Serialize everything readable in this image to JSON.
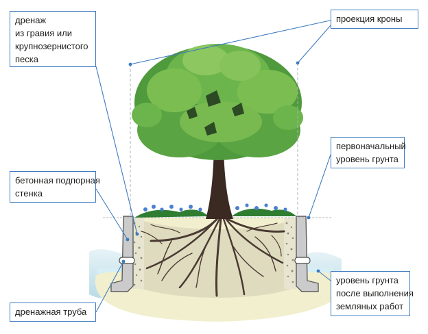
{
  "labels": {
    "drainage": [
      "дренаж",
      "из гравия или",
      "крупнозернистого",
      "песка"
    ],
    "crown_projection": [
      "проекция кроны"
    ],
    "original_ground": [
      "первоначальный",
      "уровень грунта"
    ],
    "retaining_wall": [
      "бетонная подпорная",
      "стенка"
    ],
    "drain_pipe": [
      "дренажная труба"
    ],
    "ground_after": [
      "уровень грунта",
      "после выполнения",
      "земляных работ"
    ]
  },
  "colors": {
    "callout_line": "#3d7bbf",
    "box_border": "#3d7bbf",
    "text": "#1d1d1b",
    "soil": "#f1eecb",
    "concrete": "#c9c9c9",
    "foliage": "#4f9a3c",
    "foliage_light": "#7cbd52",
    "trunk": "#3a2a22",
    "grass": "#2f7d31",
    "flowers": "#4a7fd0",
    "water": "#cfe7ef"
  }
}
